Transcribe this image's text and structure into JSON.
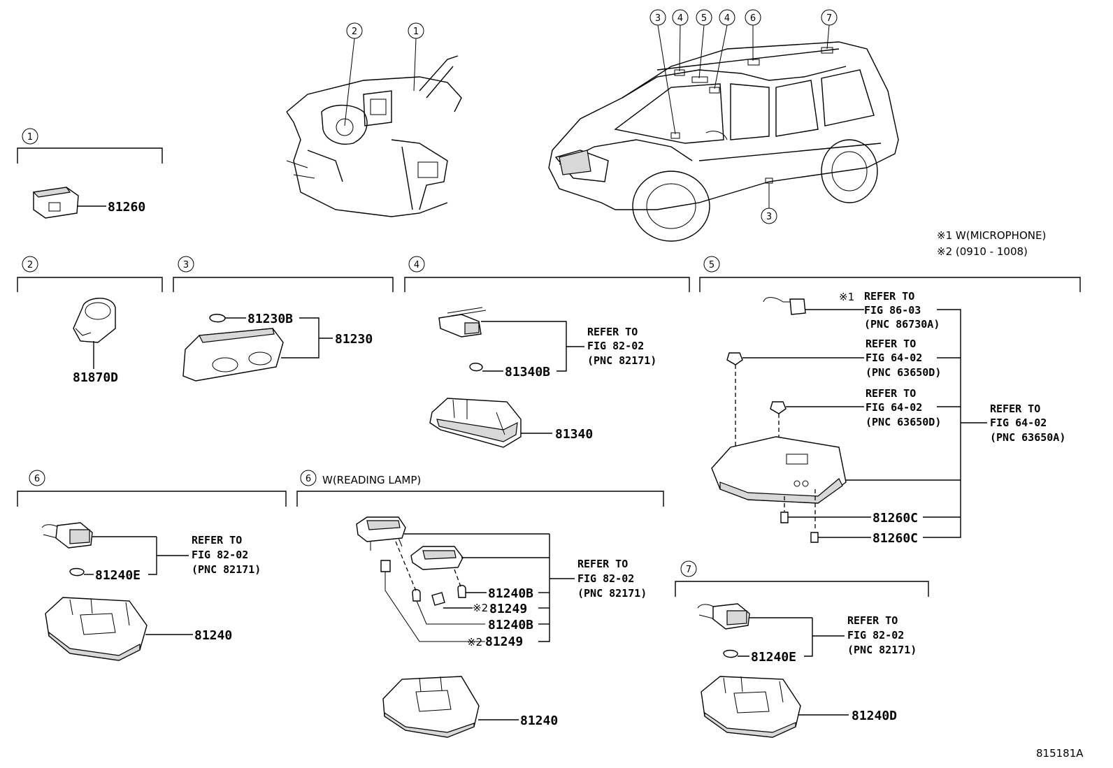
{
  "notes": {
    "note1": "※1 W(MICROPHONE)",
    "note2": "※2 (0910 - 1008)",
    "figure_code": "815181A"
  },
  "refer": {
    "refer_to": "REFER TO",
    "fig_82_02": "FIG 82-02",
    "fig_86_03": "FIG 86-03",
    "fig_64_02": "FIG 64-02",
    "pnc_82171": "(PNC 82171)",
    "pnc_86730a": "(PNC 86730A)",
    "pnc_63650d": "(PNC 63650D)",
    "pnc_63650a": "(PNC 63650A)"
  },
  "sections": {
    "s1": {
      "num": "1",
      "parts": [
        "81260"
      ]
    },
    "s2": {
      "num": "2",
      "parts": [
        "81870D"
      ]
    },
    "s3": {
      "num": "3",
      "parts": [
        "81230B",
        "81230"
      ]
    },
    "s4": {
      "num": "4",
      "parts": [
        "81340B",
        "81340"
      ]
    },
    "s5": {
      "num": "5",
      "parts": [
        "81260C",
        "81260C"
      ],
      "mark": "※1"
    },
    "s6": {
      "num": "6",
      "parts": [
        "81240E",
        "81240"
      ]
    },
    "s6b": {
      "num": "6",
      "title": "W(READING LAMP)",
      "parts": [
        "81240B",
        "※2",
        "81249",
        "81240B",
        "※2",
        "81249",
        "81240"
      ]
    },
    "s7": {
      "num": "7",
      "parts": [
        "81240E",
        "81240D"
      ]
    }
  },
  "overview": {
    "interior_callouts": [
      "2",
      "1"
    ],
    "vehicle_callouts": [
      "3",
      "4",
      "5",
      "4",
      "6",
      "7",
      "3"
    ]
  }
}
